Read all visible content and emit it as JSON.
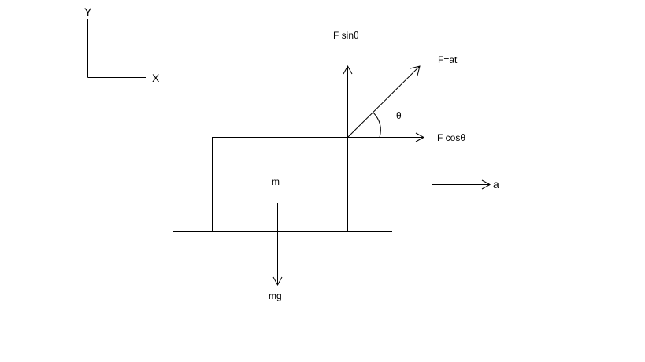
{
  "axes": {
    "y_label": "Y",
    "x_label": "X"
  },
  "forces": {
    "f_sin": "F sinθ",
    "f_applied": "F=at",
    "theta": "θ",
    "f_cos": "F cosθ",
    "acceleration": "a",
    "weight": "mg"
  },
  "block": {
    "mass_label": "m"
  }
}
